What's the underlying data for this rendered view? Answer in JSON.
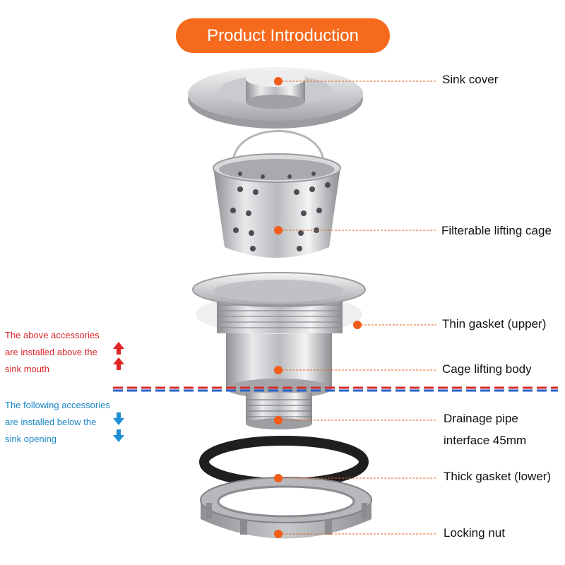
{
  "title": "Product Introduction",
  "parts": [
    {
      "label": "Sink cover"
    },
    {
      "label": "Filterable lifting cage"
    },
    {
      "label": "Thin gasket (upper)"
    },
    {
      "label": "Cage lifting body"
    },
    {
      "label_line1": "Drainage pipe",
      "label_line2": "interface 45mm"
    },
    {
      "label": "Thick gasket (lower)"
    },
    {
      "label": "Locking nut"
    }
  ],
  "notes": {
    "above": [
      "The above accessories",
      "are installed above the",
      "sink mouth"
    ],
    "below": [
      "The following accessories",
      "are installed below the",
      "sink opening"
    ]
  },
  "colors": {
    "accent": "#f66a1e",
    "above_text": "#d8262b",
    "below_text": "#1b86c6",
    "leader": "#e2621e"
  }
}
